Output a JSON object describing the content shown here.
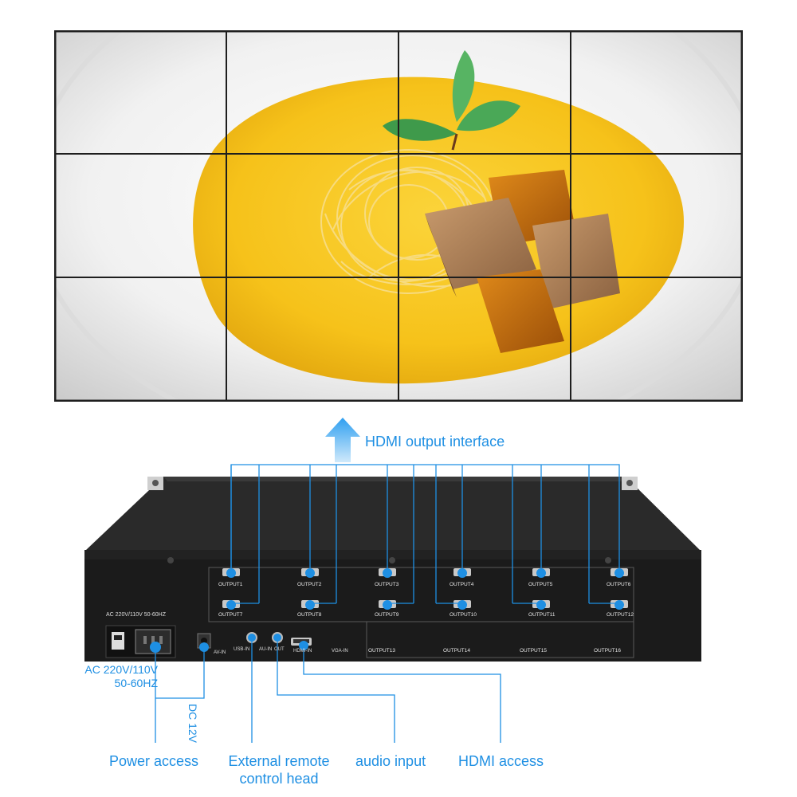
{
  "wall": {
    "rows": 3,
    "cols": 4,
    "colors": {
      "bezel": "#1e1e1e",
      "sauce": "#f6c21a",
      "plate": "#eeeeee",
      "mint": "#3f9a4b",
      "bread": "#a47a55"
    }
  },
  "callouts": {
    "hdmi_output_interface": "HDMI output interface",
    "ac_spec_line1": "AC 220V/110V",
    "ac_spec_line2": "50-60HZ",
    "dc": "DC 12V",
    "power_access": "Power access",
    "remote_line1": "External remote",
    "remote_line2": "control head",
    "audio_input": "audio input",
    "hdmi_access": "HDMI access"
  },
  "panel": {
    "ac_label": "AC 220V/110V 50-60HZ",
    "av_in": "AV-IN",
    "usb_in": "USB-IN",
    "au_in": "AU-IN",
    "out": "OUT",
    "hdmi_in": "HDMI-IN",
    "vga_in": "VGA-IN",
    "outputs_row1": [
      "OUTPUT1",
      "OUTPUT2",
      "OUTPUT3",
      "OUTPUT4",
      "OUTPUT5",
      "OUTPUT6"
    ],
    "outputs_row2": [
      "OUTPUT7",
      "OUTPUT8",
      "OUTPUT9",
      "OUTPUT10",
      "OUTPUT11",
      "OUTPUT12"
    ],
    "outputs_row3": [
      "OUTPUT13",
      "OUTPUT14",
      "OUTPUT15",
      "OUTPUT16"
    ]
  },
  "colors": {
    "accent": "#1e8fe3",
    "device": "#1b1b1b",
    "device_top": "#2a2a2a"
  }
}
